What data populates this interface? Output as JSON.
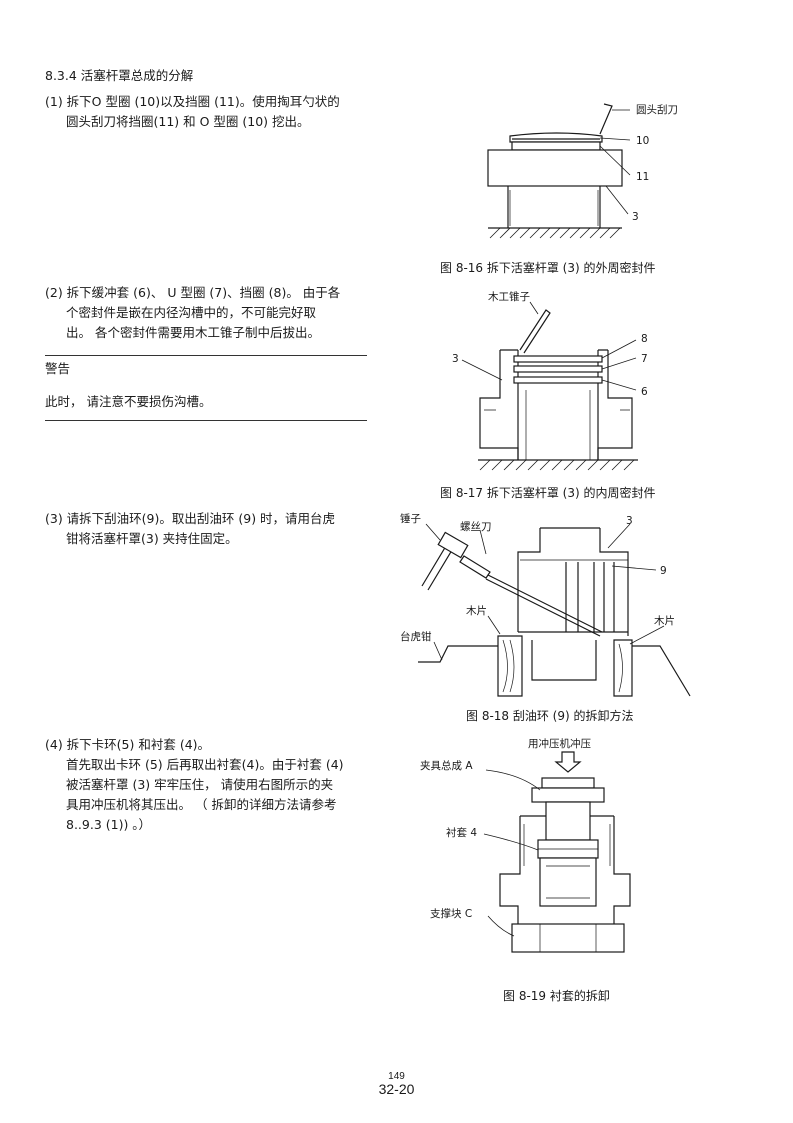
{
  "section_title": "8.3.4 活塞杆罩总成的分解",
  "steps": [
    {
      "lines": [
        "(1) 拆下O 型圈 (10)以及挡圈 (11)。使用掏耳勺状的",
        "圆头刮刀将挡圈(11) 和 O 型圈 (10) 挖出。"
      ]
    },
    {
      "lines": [
        "(2) 拆下缓冲套 (6)、 U 型圈 (7)、挡圈 (8)。 由于各",
        "个密封件是嵌在内径沟槽中的，不可能完好取",
        "出。 各个密封件需要用木工锥子制中后拔出。"
      ]
    },
    {
      "lines": [
        "(3) 请拆下刮油环(9)。取出刮油环 (9) 时，请用台虎",
        "钳将活塞杆罩(3) 夹持住固定。"
      ]
    },
    {
      "lines": [
        "(4) 拆下卡环(5) 和衬套 (4)。",
        "首先取出卡环 (5) 后再取出衬套(4)。由于衬套 (4)",
        "被活塞杆罩 (3) 牢牢压住， 请使用右图所示的夹",
        "具用冲压机将其压出。 （ 拆卸的详细方法请参考",
        "8..9.3 (1)) 。）"
      ]
    }
  ],
  "warning": {
    "title": "警告",
    "text": "此时， 请注意不要损伤沟槽。"
  },
  "figures": [
    {
      "caption": "图 8-16 拆下活塞杆罩 (3) 的外周密封件",
      "labels": [
        "圆头刮刀",
        "10",
        "11",
        "3"
      ]
    },
    {
      "caption": "图 8-17 拆下活塞杆罩 (3) 的内周密封件",
      "labels": [
        "木工锥子",
        "3",
        "8",
        "7",
        "6"
      ]
    },
    {
      "caption": "图 8-18 刮油环 (9) 的拆卸方法",
      "labels": [
        "锤子",
        "螺丝刀",
        "3",
        "9",
        "木片",
        "木片",
        "台虎钳"
      ]
    },
    {
      "caption": "图 8-19 衬套的拆卸",
      "labels": [
        "用冲压机冲压",
        "夹具总成 A",
        "衬套 4",
        "支撑块 C"
      ]
    }
  ],
  "page_number_small": "149",
  "page_number": "32-20"
}
